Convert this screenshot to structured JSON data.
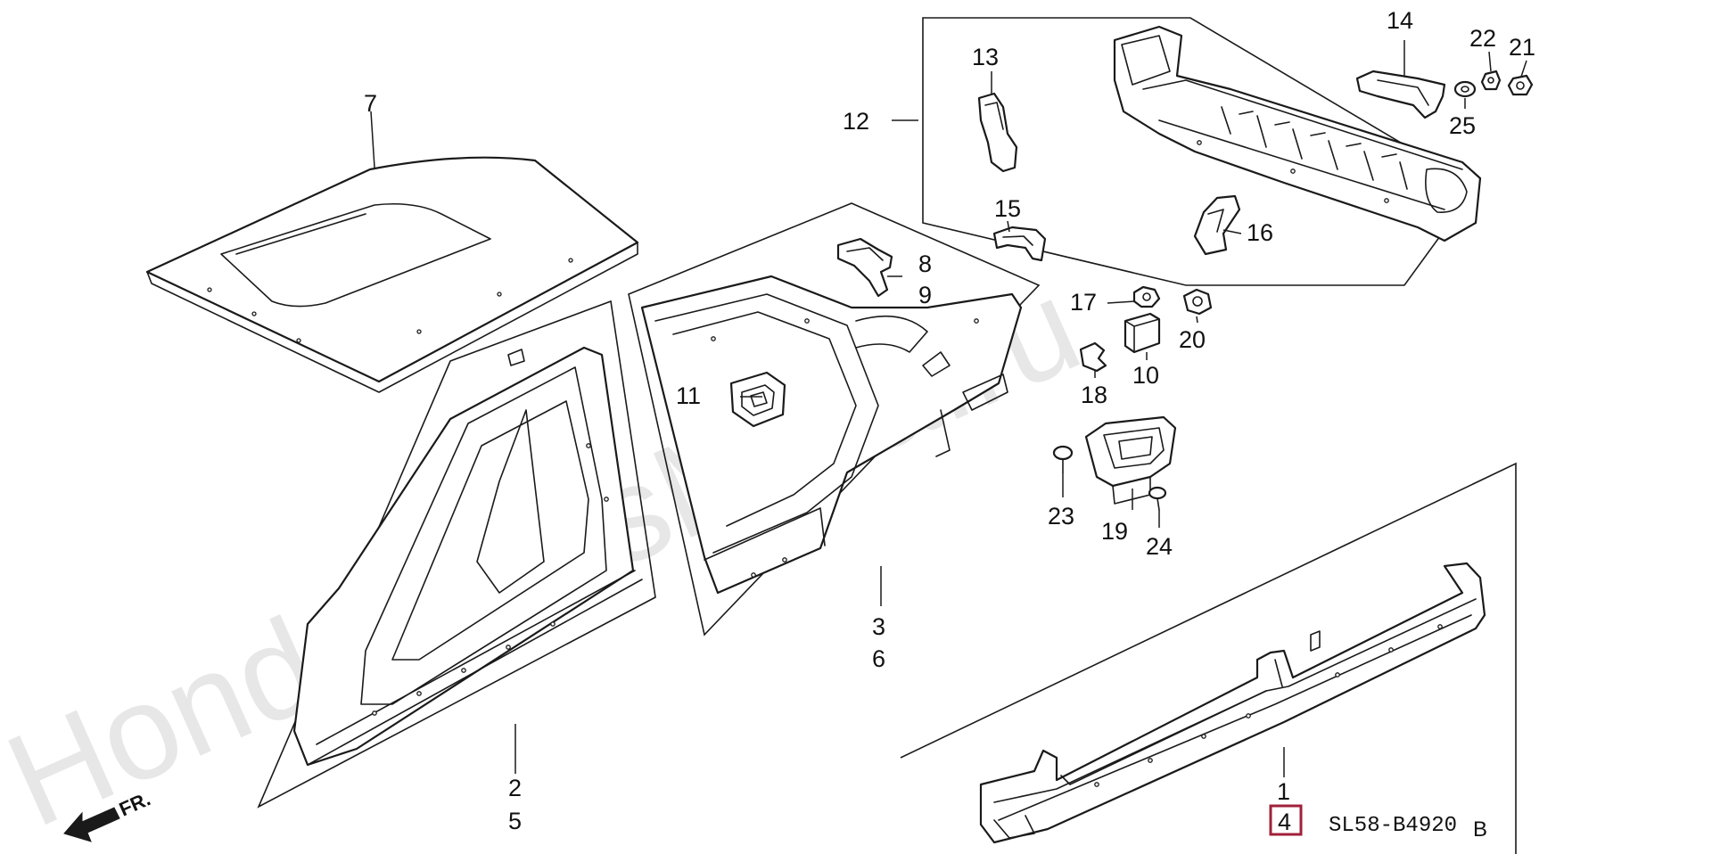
{
  "watermark": "HondaPartsMiria.ru",
  "diagram_code": "SL58-B4920",
  "diagram_code_suffix": "B",
  "direction_label": "FR.",
  "callouts": {
    "c1": "1",
    "c2": "2",
    "c3": "3",
    "c4": "4",
    "c5": "5",
    "c6": "6",
    "c7": "7",
    "c8": "8",
    "c9": "9",
    "c10": "10",
    "c11": "11",
    "c12": "12",
    "c13": "13",
    "c14": "14",
    "c15": "15",
    "c16": "16",
    "c17": "17",
    "c18": "18",
    "c19": "19",
    "c20": "20",
    "c21": "21",
    "c22": "22",
    "c23": "23",
    "c24": "24",
    "c25": "25"
  },
  "colors": {
    "line": "#1a1a1a",
    "highlight_box": "#a0203a",
    "watermark": "#e7e7e7"
  }
}
